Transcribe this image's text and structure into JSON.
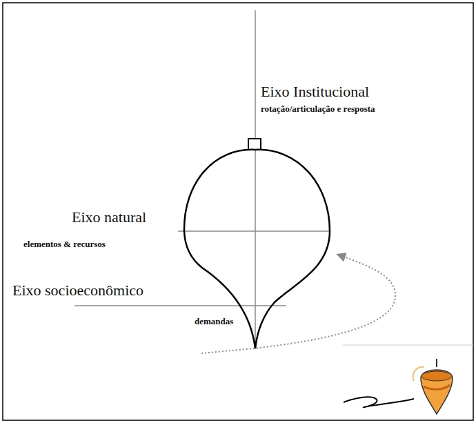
{
  "diagram": {
    "labels": [
      "Eixo Institucional",
      "rotação/articulação e resposta",
      "Eixo natural",
      "elementos & recursos",
      "Eixo socioeconômico",
      "demandas"
    ]
  }
}
